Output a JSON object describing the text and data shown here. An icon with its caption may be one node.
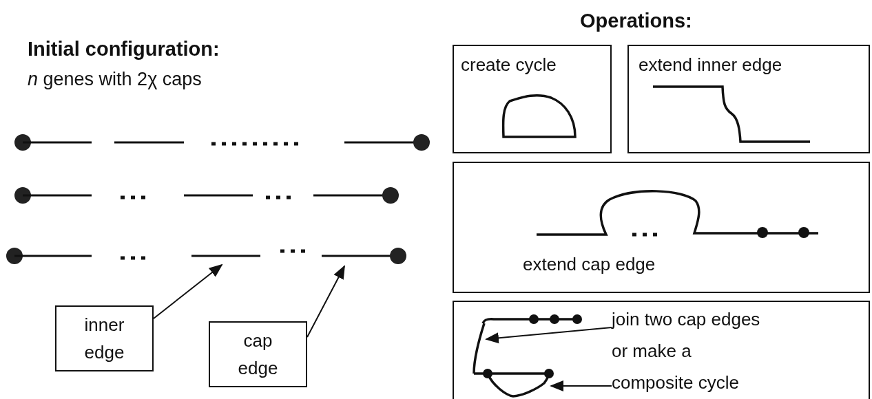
{
  "diagram": {
    "nodes": [
      {
        "text": [
          "create cycle"
        ]
      },
      {
        "text": [
          "extend inner edge"
        ]
      },
      {
        "text": [
          "extend cap edge"
        ]
      },
      {
        "text": [],
        "shape": "box"
      },
      {
        "text": [
          "join two cap edges or make a composite cycle"
        ],
        "in": 3
      },
      {
        "text": [],
        "shape": "curve",
        "in": 3
      },
      {
        "text": [],
        "shape": "curve",
        "in": 3
      },
      {
        "text": [
          "inner edge"
        ]
      },
      {
        "text": [
          "cap edge"
        ]
      }
    ],
    "edges": [
      {
        "from": 7,
        "to": null,
        "arrow": "to"
      },
      {
        "from": 8,
        "to": null,
        "arrow": "to"
      },
      {
        "from": 4,
        "to": 5,
        "arrow": "to"
      },
      {
        "from": 4,
        "to": 6,
        "arrow": "to"
      }
    ],
    "labels": [
      "Initial configuration:",
      "*n* genes with 2χ caps",
      "Operations:"
    ]
  }
}
